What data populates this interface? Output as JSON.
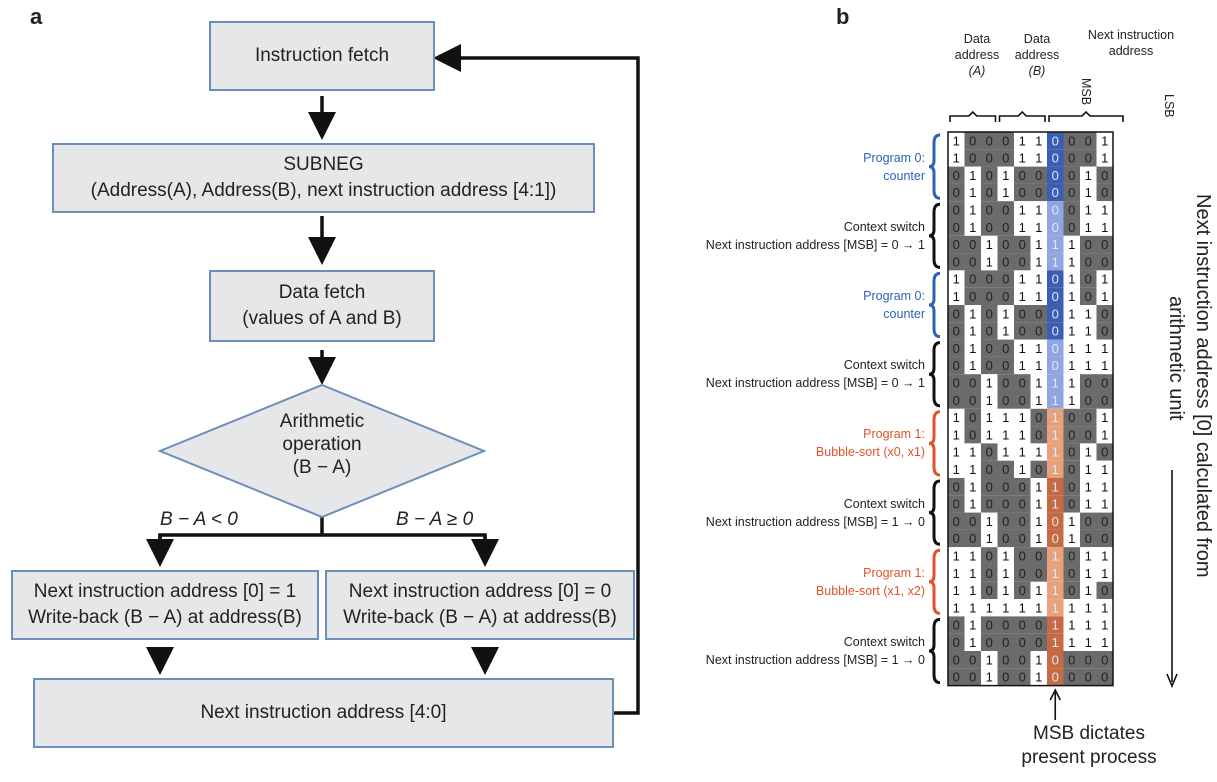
{
  "panel_a": {
    "letter": "a",
    "instruction_fetch": "Instruction fetch",
    "subneg_line1": "SUBNEG",
    "subneg_line2": "(Address(A), Address(B), next instruction address [4:1])",
    "data_fetch_line1": "Data fetch",
    "data_fetch_line2": "(values of A and B)",
    "arith_line1": "Arithmetic",
    "arith_line2": "operation",
    "arith_line3": "(B − A)",
    "cond_left": "B − A < 0",
    "cond_right": "B − A ≥ 0",
    "left_box_line1": "Next instruction address [0] = 1",
    "left_box_line2": "Write-back (B − A) at address(B)",
    "right_box_line1": "Next instruction address [0] = 0",
    "right_box_line2": "Write-back (B − A) at address(B)",
    "next_addr": "Next instruction address [4:0]"
  },
  "panel_b": {
    "letter": "b",
    "header_a": "Data address (A)",
    "header_a_l1": "Data",
    "header_a_l2": "address",
    "header_a_l3": "(A)",
    "header_b_l1": "Data",
    "header_b_l2": "address",
    "header_b_l3": "(B)",
    "header_next_l1": "Next instruction",
    "header_next_l2": "address",
    "msb": "MSB",
    "lsb": "LSB",
    "groups": [
      {
        "l1": "Program 0:",
        "l2": "counter",
        "kind": "blue"
      },
      {
        "l1": "Context switch",
        "l2": "Next instruction address [MSB] = 0 → 1",
        "kind": "black"
      },
      {
        "l1": "Program 0:",
        "l2": "counter",
        "kind": "blue"
      },
      {
        "l1": "Context switch",
        "l2": "Next instruction address [MSB] = 0 → 1",
        "kind": "black"
      },
      {
        "l1": "Program 1:",
        "l2": "Bubble-sort (x0, x1)",
        "kind": "red"
      },
      {
        "l1": "Context switch",
        "l2": "Next instruction address [MSB] = 1 → 0",
        "kind": "black"
      },
      {
        "l1": "Program 1:",
        "l2": "Bubble-sort (x1, x2)",
        "kind": "red"
      },
      {
        "l1": "Context switch",
        "l2": "Next instruction address [MSB] = 1 → 0",
        "kind": "black"
      }
    ],
    "side_label_l1": "Next instruction address [0] calculated from",
    "side_label_l2": "arithmetic unit",
    "msb_note_l1": "MSB dictates",
    "msb_note_l2": "present process",
    "grid_rows": [
      [
        "1",
        "0",
        "0",
        "0",
        "1",
        "1",
        "0",
        "0",
        "0",
        "1"
      ],
      [
        "1",
        "0",
        "0",
        "0",
        "1",
        "1",
        "0",
        "0",
        "0",
        "1"
      ],
      [
        "0",
        "1",
        "0",
        "1",
        "0",
        "0",
        "0",
        "0",
        "1",
        "0"
      ],
      [
        "0",
        "1",
        "0",
        "1",
        "0",
        "0",
        "0",
        "0",
        "1",
        "0"
      ],
      [
        "0",
        "1",
        "0",
        "0",
        "1",
        "1",
        "0",
        "0",
        "1",
        "1"
      ],
      [
        "0",
        "1",
        "0",
        "0",
        "1",
        "1",
        "0",
        "0",
        "1",
        "1"
      ],
      [
        "0",
        "0",
        "1",
        "0",
        "0",
        "1",
        "1",
        "1",
        "0",
        "0"
      ],
      [
        "0",
        "0",
        "1",
        "0",
        "0",
        "1",
        "1",
        "1",
        "0",
        "0"
      ],
      [
        "1",
        "0",
        "0",
        "0",
        "1",
        "1",
        "0",
        "1",
        "0",
        "1"
      ],
      [
        "1",
        "0",
        "0",
        "0",
        "1",
        "1",
        "0",
        "1",
        "0",
        "1"
      ],
      [
        "0",
        "1",
        "0",
        "1",
        "0",
        "0",
        "0",
        "1",
        "1",
        "0"
      ],
      [
        "0",
        "1",
        "0",
        "1",
        "0",
        "0",
        "0",
        "1",
        "1",
        "0"
      ],
      [
        "0",
        "1",
        "0",
        "0",
        "1",
        "1",
        "0",
        "1",
        "1",
        "1"
      ],
      [
        "0",
        "1",
        "0",
        "0",
        "1",
        "1",
        "0",
        "1",
        "1",
        "1"
      ],
      [
        "0",
        "0",
        "1",
        "0",
        "0",
        "1",
        "1",
        "1",
        "0",
        "0"
      ],
      [
        "0",
        "0",
        "1",
        "0",
        "0",
        "1",
        "1",
        "1",
        "0",
        "0"
      ],
      [
        "1",
        "0",
        "1",
        "1",
        "1",
        "0",
        "1",
        "0",
        "0",
        "1"
      ],
      [
        "1",
        "0",
        "1",
        "1",
        "1",
        "0",
        "1",
        "0",
        "0",
        "1"
      ],
      [
        "1",
        "1",
        "0",
        "1",
        "1",
        "1",
        "1",
        "0",
        "1",
        "0"
      ],
      [
        "1",
        "1",
        "0",
        "0",
        "1",
        "0",
        "1",
        "0",
        "1",
        "1"
      ],
      [
        "0",
        "1",
        "0",
        "0",
        "0",
        "1",
        "1",
        "0",
        "1",
        "1"
      ],
      [
        "0",
        "1",
        "0",
        "0",
        "0",
        "1",
        "1",
        "0",
        "1",
        "1"
      ],
      [
        "0",
        "0",
        "1",
        "0",
        "0",
        "1",
        "0",
        "1",
        "0",
        "0"
      ],
      [
        "0",
        "0",
        "1",
        "0",
        "0",
        "1",
        "0",
        "1",
        "0",
        "0"
      ],
      [
        "1",
        "1",
        "0",
        "1",
        "0",
        "0",
        "1",
        "0",
        "1",
        "1"
      ],
      [
        "1",
        "1",
        "0",
        "1",
        "0",
        "0",
        "1",
        "0",
        "1",
        "1"
      ],
      [
        "1",
        "1",
        "0",
        "1",
        "0",
        "1",
        "1",
        "0",
        "1",
        "0"
      ],
      [
        "1",
        "1",
        "1",
        "1",
        "1",
        "1",
        "1",
        "1",
        "1",
        "1"
      ],
      [
        "0",
        "1",
        "0",
        "0",
        "0",
        "0",
        "1",
        "1",
        "1",
        "1"
      ],
      [
        "0",
        "1",
        "0",
        "0",
        "0",
        "0",
        "1",
        "1",
        "1",
        "1"
      ],
      [
        "0",
        "0",
        "1",
        "0",
        "0",
        "1",
        "0",
        "0",
        "0",
        "0"
      ],
      [
        "0",
        "0",
        "1",
        "0",
        "0",
        "1",
        "0",
        "0",
        "0",
        "0"
      ]
    ],
    "msb_colors": [
      "#3b5db3",
      "#8fa6e0",
      "#3b5db3",
      "#8fa6e0",
      "#e8a27a",
      "#c46b45",
      "#e8a27a",
      "#c46b45"
    ]
  }
}
